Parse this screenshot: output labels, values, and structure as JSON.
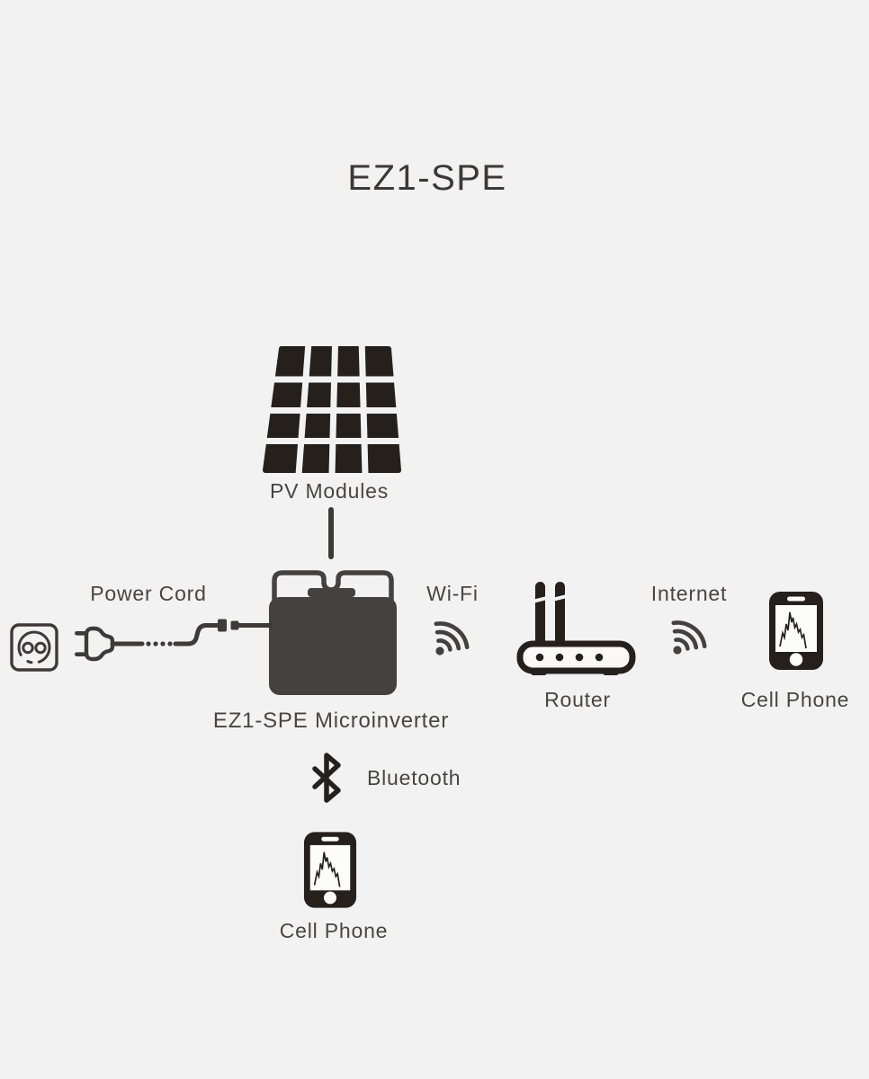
{
  "diagram": {
    "title": "EZ1-SPE",
    "background_color": "#f2f2f2",
    "icon_color_dark": "#25201c",
    "line_color": "#3f3a38",
    "inverter_fill": "#45413f",
    "text_color": "#4a4542",
    "nodes": {
      "pv_modules": {
        "label": "PV Modules",
        "icon": "solar-panel-icon"
      },
      "power_cord": {
        "label": "Power Cord",
        "icons": [
          "power-outlet-icon",
          "power-plug-cord-icon"
        ]
      },
      "microinverter": {
        "label": "EZ1-SPE Microinverter",
        "icon": "microinverter-icon"
      },
      "wifi": {
        "label": "Wi-Fi",
        "icon": "wifi-signal-icon"
      },
      "router": {
        "label": "Router",
        "icon": "router-icon"
      },
      "internet": {
        "label": "Internet",
        "icon": "wifi-signal-icon"
      },
      "cell_phone_wifi": {
        "label": "Cell Phone",
        "icon": "cell-phone-icon"
      },
      "bluetooth": {
        "label": "Bluetooth",
        "icon": "bluetooth-icon"
      },
      "cell_phone_bluetooth": {
        "label": "Cell Phone",
        "icon": "cell-phone-icon"
      }
    },
    "connections": [
      {
        "from": "pv_modules",
        "to": "microinverter",
        "type": "dc-cable"
      },
      {
        "from": "power_outlet",
        "to": "microinverter",
        "type": "power-cord"
      },
      {
        "from": "microinverter",
        "to": "router",
        "type": "wifi"
      },
      {
        "from": "router",
        "to": "cell_phone_wifi",
        "type": "internet"
      },
      {
        "from": "microinverter",
        "to": "cell_phone_bluetooth",
        "type": "bluetooth"
      }
    ]
  }
}
